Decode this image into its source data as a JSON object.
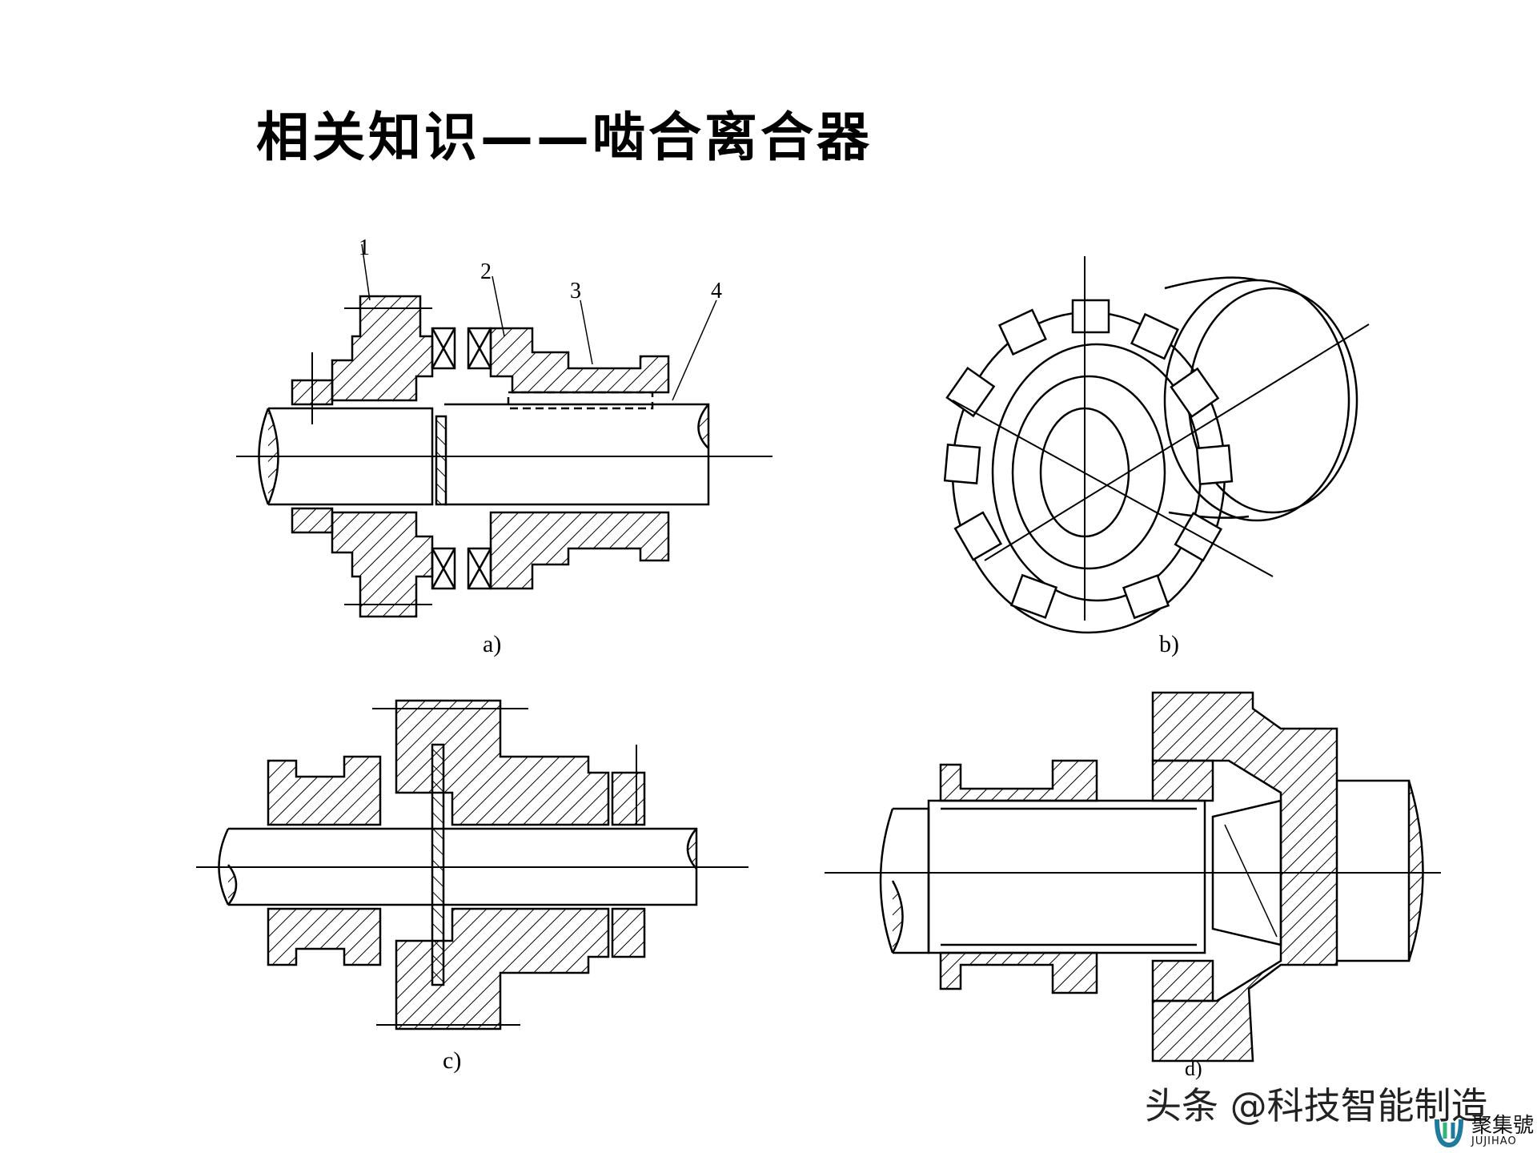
{
  "title": "相关知识——啮合离合器",
  "figure_labels": {
    "a": "a)",
    "b": "b)",
    "c": "c)",
    "d": "d)"
  },
  "part_numbers": [
    "1",
    "2",
    "3",
    "4"
  ],
  "watermark": "头条 @科技智能制造",
  "logo": {
    "name": "聚集號",
    "sub": "JUJIHAO",
    "colors": {
      "primary": "#1f7a9e",
      "accent": "#34b37a"
    }
  }
}
